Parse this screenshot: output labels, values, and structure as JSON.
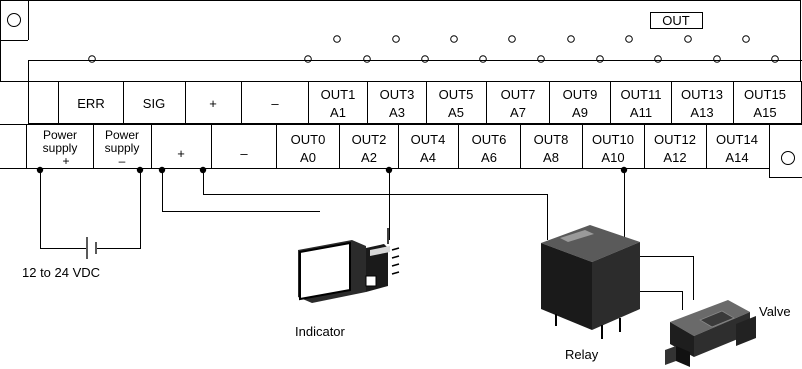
{
  "terminal_block": {
    "out_label": "OUT",
    "upper_row": [
      {
        "line1": "",
        "line2": ""
      },
      {
        "line1": "ERR",
        "line2": ""
      },
      {
        "line1": "SIG",
        "line2": ""
      },
      {
        "line1": "+",
        "line2": ""
      },
      {
        "line1": "–",
        "line2": ""
      },
      {
        "line1": "OUT1",
        "line2": "A1"
      },
      {
        "line1": "OUT3",
        "line2": "A3"
      },
      {
        "line1": "OUT5",
        "line2": "A5"
      },
      {
        "line1": "OUT7",
        "line2": "A7"
      },
      {
        "line1": "OUT9",
        "line2": "A9"
      },
      {
        "line1": "OUT11",
        "line2": "A11"
      },
      {
        "line1": "OUT13",
        "line2": "A13"
      },
      {
        "line1": "OUT15",
        "line2": "A15"
      }
    ],
    "lower_row": [
      {
        "line1": "Power",
        "line2": "supply",
        "line3": "+"
      },
      {
        "line1": "Power",
        "line2": "supply",
        "line3": "–"
      },
      {
        "line1": "+",
        "line2": "",
        "line3": ""
      },
      {
        "line1": "–",
        "line2": "",
        "line3": ""
      },
      {
        "line1": "OUT0",
        "line2": "A0",
        "line3": ""
      },
      {
        "line1": "OUT2",
        "line2": "A2",
        "line3": ""
      },
      {
        "line1": "OUT4",
        "line2": "A4",
        "line3": ""
      },
      {
        "line1": "OUT6",
        "line2": "A6",
        "line3": ""
      },
      {
        "line1": "OUT8",
        "line2": "A8",
        "line3": ""
      },
      {
        "line1": "OUT10",
        "line2": "A10",
        "line3": ""
      },
      {
        "line1": "OUT12",
        "line2": "A12",
        "line3": ""
      },
      {
        "line1": "OUT14",
        "line2": "A14",
        "line3": ""
      }
    ]
  },
  "wiring": {
    "supply_label": "12 to 24 VDC",
    "indicator_label": "Indicator",
    "relay_label": "Relay",
    "valve_label": "Valve"
  }
}
